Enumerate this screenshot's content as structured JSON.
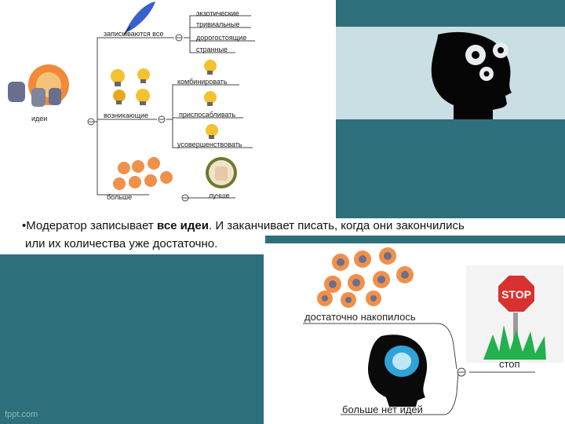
{
  "mindmap": {
    "root": "идеи",
    "branches": {
      "write_all": "записываются все",
      "arising": "возникающие",
      "more": "больше"
    },
    "write_all_children": [
      "экзотические",
      "тривиальные",
      "дорогостоящие",
      "странные"
    ],
    "arising_children": [
      "комбинировать",
      "приспосабливать",
      "усовершенствовать"
    ],
    "more_children": [
      "лучше"
    ]
  },
  "caption": {
    "bullet": "•",
    "part1": "Модератор записывает ",
    "bold": "все идеи",
    "part2": ".  И заканчивает писать, когда они закончились",
    "line2": "или их количества уже достаточно."
  },
  "bottom_map": {
    "enough": "достаточно накопилось",
    "no_more": "больше нет идей",
    "stop": "стоп",
    "stop_sign": "STOP"
  },
  "watermark": "fppt.com",
  "colors": {
    "background": "#2e6f7c",
    "head_panel": "#c9dfe4",
    "stop_red": "#d8312f",
    "grass_green": "#22b14c"
  }
}
